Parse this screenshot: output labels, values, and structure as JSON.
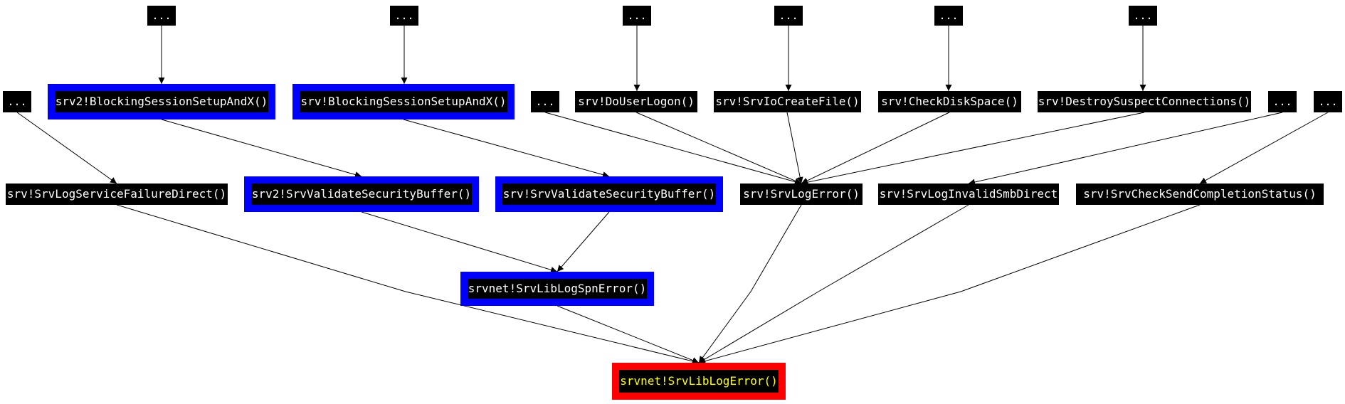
{
  "nodes": {
    "top1": "...",
    "top2": "...",
    "top3": "...",
    "top4": "...",
    "top5": "...",
    "top6": "...",
    "left_ellipsis": "...",
    "mid_ellipsis": "...",
    "right_ellipsis_1": "...",
    "right_ellipsis_2": "...",
    "srv2_blocking": "srv2!BlockingSessionSetupAndX()",
    "srv_blocking": "srv!BlockingSessionSetupAndX()",
    "do_user_logon": "srv!DoUserLogon()",
    "io_create_file": "srv!SrvIoCreateFile()",
    "check_disk_space": "srv!CheckDiskSpace()",
    "destroy_suspect": "srv!DestroySuspectConnections()",
    "log_service_failure": "srv!SrvLogServiceFailureDirect()",
    "srv2_validate": "srv2!SrvValidateSecurityBuffer()",
    "srv_validate": "srv!SrvValidateSecurityBuffer()",
    "log_error": "srv!SrvLogError()",
    "log_invalid_smb": "srv!SrvLogInvalidSmbDirect",
    "check_send_completion": "srv!SrvCheckSendCompletionStatus()",
    "lib_log_spn_error": "srvnet!SrvLibLogSpnError()",
    "lib_log_error": "srvnet!SrvLibLogError()"
  },
  "colors": {
    "node_fill": "#000000",
    "node_text": "#ffffff",
    "highlight_blue": "#0000ff",
    "highlight_red": "#ff0000",
    "target_text": "#ffff00",
    "edge": "#000000"
  }
}
